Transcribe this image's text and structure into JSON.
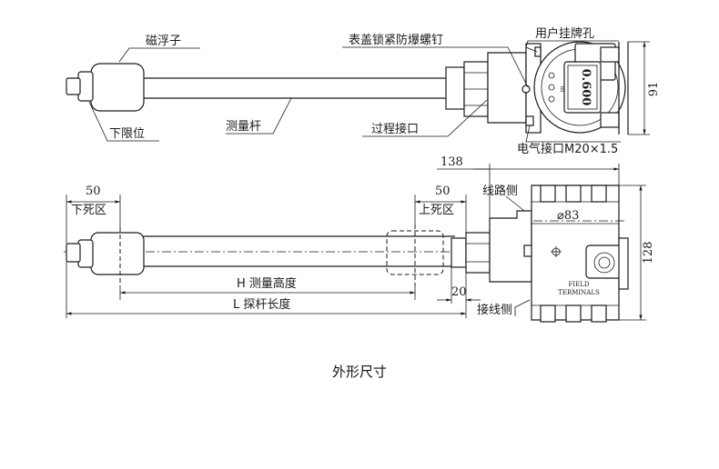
{
  "labels": {
    "magnetic_float": "磁浮子",
    "lower_limit": "下限位",
    "measuring_rod": "测量杆",
    "lid_lock_screw": "表盖锁紧防爆螺钉",
    "user_tag_hole": "用户挂牌孔",
    "process_connection": "过程接口",
    "electrical_connection": "电气接口M20×1.5",
    "line_side": "线路侧",
    "terminal_side": "接线侧",
    "lower_dead_zone": "下死区",
    "upper_dead_zone": "上死区",
    "measuring_height": "H 测量高度",
    "probe_length": "L 探杆长度",
    "field_terminals_1": "FIELD",
    "field_terminals_2": "TERMINALS",
    "display_reading": "0.600",
    "display_unit": "m"
  },
  "dimensions": {
    "height_91": "91",
    "width_138": "138",
    "dia_83": "⌀83",
    "height_128": "128",
    "lower_dead_50": "50",
    "upper_dead_50": "50",
    "offset_20": "20"
  },
  "caption": "外形尺寸"
}
